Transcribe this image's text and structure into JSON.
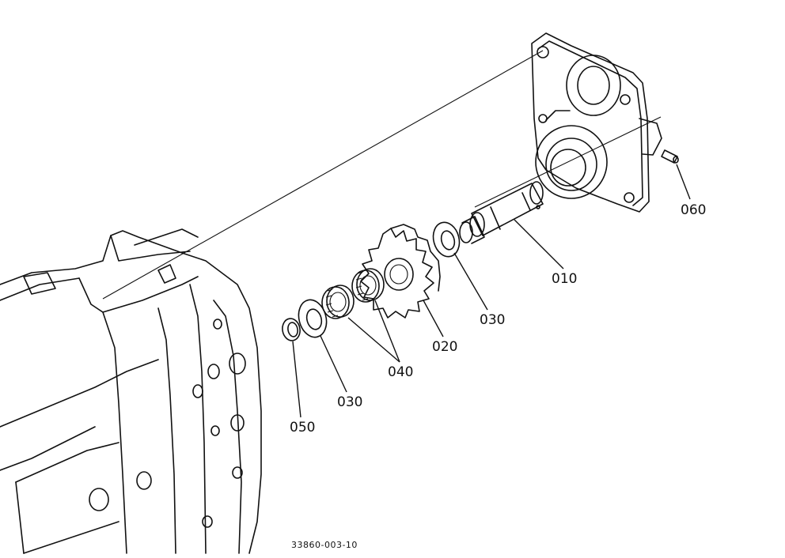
{
  "diagram": {
    "drawing_number": "33860-003-10",
    "callouts": {
      "c010": "010",
      "c020": "020",
      "c030a": "030",
      "c030b": "030",
      "c040": "040",
      "c050": "050",
      "c060": "060"
    },
    "line_color": "#111111",
    "background": "#ffffff"
  }
}
